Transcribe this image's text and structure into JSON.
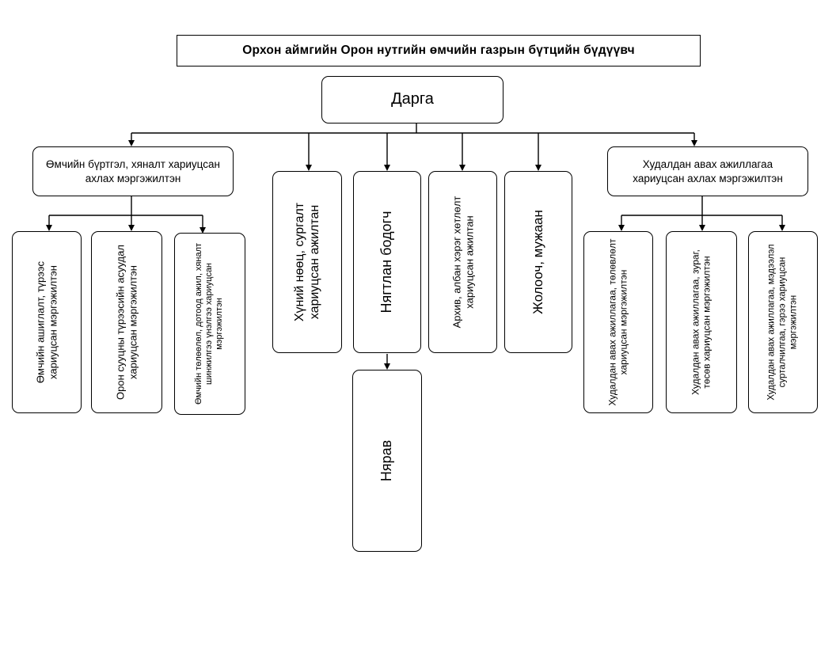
{
  "title": "Орхон аймгийн Орон нутгийн өмчийн газрын бүтцийн бүдүүвч",
  "head": "Дарга",
  "left_lead": "Өмчийн бүртгэл, хяналт хариуцсан ахлах мэргэжилтэн",
  "right_lead": "Худалдан авах ажиллагаа хариуцсан ахлах мэргэжилтэн",
  "center": [
    "Хүний нөөц, сургалт хариуцсан ажилтан",
    "Нягтлан бодогч",
    "Архив, албан хэрэг хөтлөлт хариуцсан ажилтан",
    "Жолооч, мужаан"
  ],
  "under_accountant": "Нярав",
  "left_staff": [
    "Өмчийн ашиглалт, түрээс хариуцсан мэргэжилтэн",
    "Орон сууцны түрээсийн асуудал хариуцсан мэргэжилтэн",
    "Өмчийн төлөөлөл, дотоод ажил, хяналт шинжилгээ үнэлгээ хариуцсан мэргэжилтэн"
  ],
  "right_staff": [
    "Худалдан авах ажиллагаа, төлөвлөлт хариуцсан мэргэжилтэн",
    "Худалдан авах ажиллагаа, зураг, төсөв хариуцсан мэргэжилтэн",
    "Худалдан авах ажиллагаа, мэдээлэл сурталчилгаа, гэрээ хариуцсан мэргэжилтэн"
  ]
}
